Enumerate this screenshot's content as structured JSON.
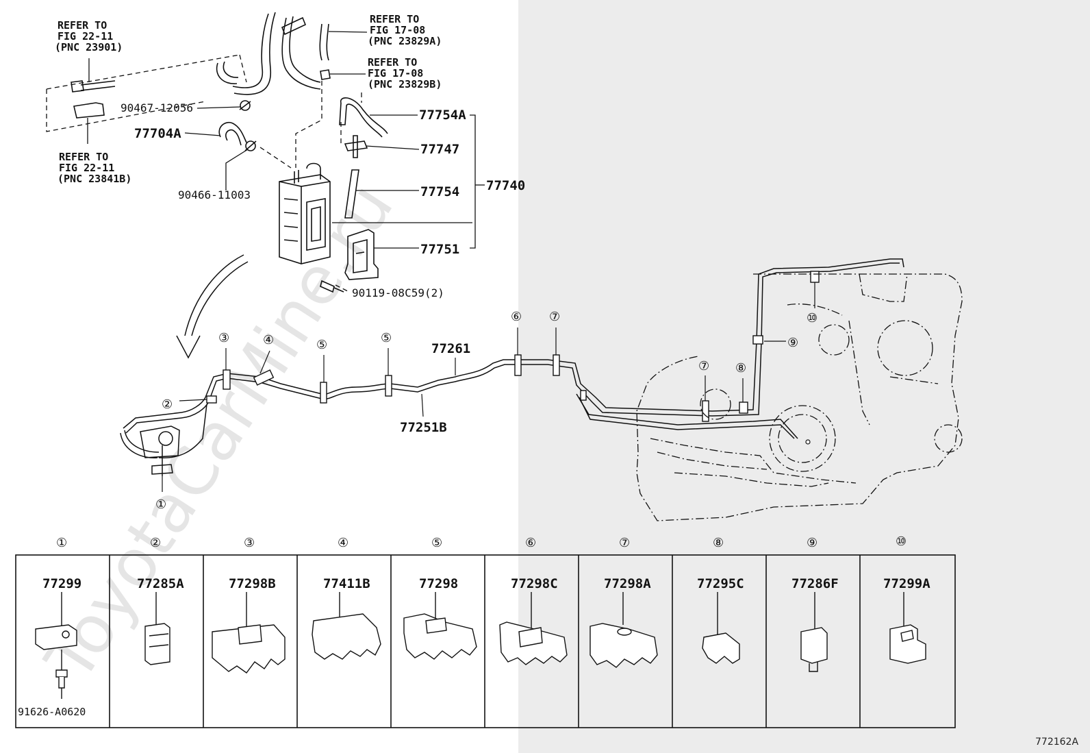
{
  "watermark": "ToyotaCarMine.ru",
  "refs": {
    "r1": {
      "l1": "REFER TO",
      "l2": "FIG 22-11",
      "l3": "(PNC 23901)"
    },
    "r2": {
      "l1": "REFER TO",
      "l2": "FIG 22-11",
      "l3": "(PNC 23841B)"
    },
    "r3": {
      "l1": "REFER TO",
      "l2": "FIG 17-08",
      "l3": "(PNC 23829A)"
    },
    "r4": {
      "l1": "REFER TO",
      "l2": "FIG 17-08",
      "l3": "(PNC 23829B)"
    }
  },
  "parts": {
    "p90467": "90467-12056",
    "p77704A": "77704A",
    "p90466": "90466-11003",
    "p77754A": "77754A",
    "p77747": "77747",
    "p77754": "77754",
    "p77740": "77740",
    "p77751": "77751",
    "p90119": "90119-08C59(2)",
    "p77261": "77261",
    "p77251B": "77251B"
  },
  "callouts": [
    "①",
    "②",
    "③",
    "④",
    "⑤",
    "⑤",
    "⑥",
    "⑦",
    "⑦",
    "⑧",
    "⑨",
    "⑩"
  ],
  "table": {
    "headers": [
      "①",
      "②",
      "③",
      "④",
      "⑤",
      "⑥",
      "⑦",
      "⑧",
      "⑨",
      "⑩"
    ],
    "parts": [
      "77299",
      "77285A",
      "77298B",
      "77411B",
      "77298",
      "77298C",
      "77298A",
      "77295C",
      "77286F",
      "77299A"
    ],
    "sub_part": "91626-A0620"
  },
  "figure_code": "772162A"
}
